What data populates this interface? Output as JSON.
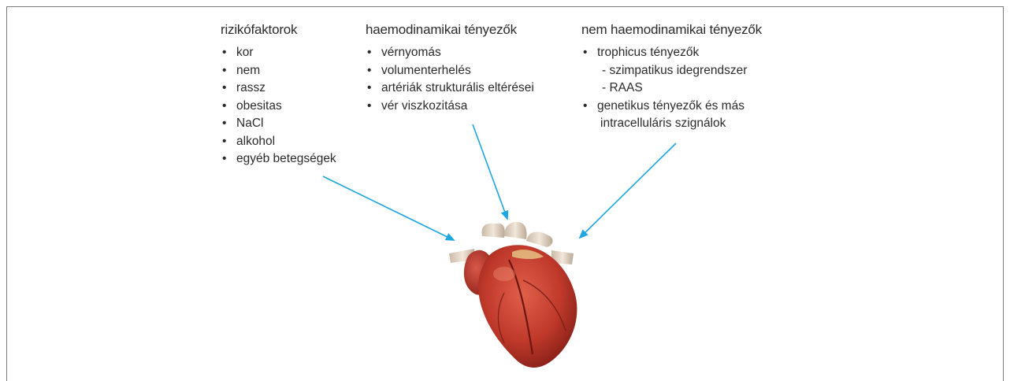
{
  "columns": {
    "risk": {
      "title": "rizikófaktorok",
      "items": [
        "kor",
        "nem",
        "rassz",
        "obesitas",
        "NaCl",
        "alkohol",
        "egyéb betegségek"
      ]
    },
    "hemo": {
      "title": "haemodinamikai tényezők",
      "items": [
        "vérnyomás",
        "volumenterhelés",
        "artériák strukturális eltérései",
        "vér viszkozitása"
      ]
    },
    "nonhemo": {
      "title": "nem haemodinamikai tényezők",
      "lines": [
        "trophicus tényezők",
        "- szimpatikus idegrendszer",
        "- RAAS",
        "genetikus tényezők és más",
        "intracelluláris szignálok"
      ]
    }
  },
  "colors": {
    "arrow": "#1ea6e0",
    "heart_main": "#c0392b",
    "heart_dark": "#7a1a14",
    "vessel": "#e9dccb",
    "text": "#2b2b2b",
    "frame": "#7a7a7a"
  },
  "icons": {
    "heart": "heart-illustration"
  }
}
